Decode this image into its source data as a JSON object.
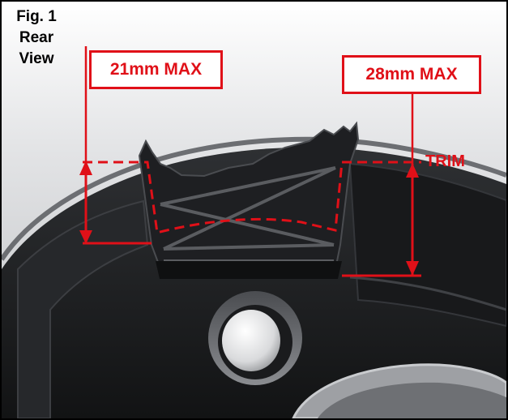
{
  "figure": {
    "number_label": "Fig. 1",
    "view_line1": "Rear",
    "view_line2": "View"
  },
  "callouts": {
    "left_max": "21mm MAX",
    "right_max": "28mm MAX",
    "trim": "TRIM"
  },
  "colors": {
    "callout_red": "#e01018",
    "part_black": "#1c1d1f",
    "background_gray": "#d8d9db"
  }
}
